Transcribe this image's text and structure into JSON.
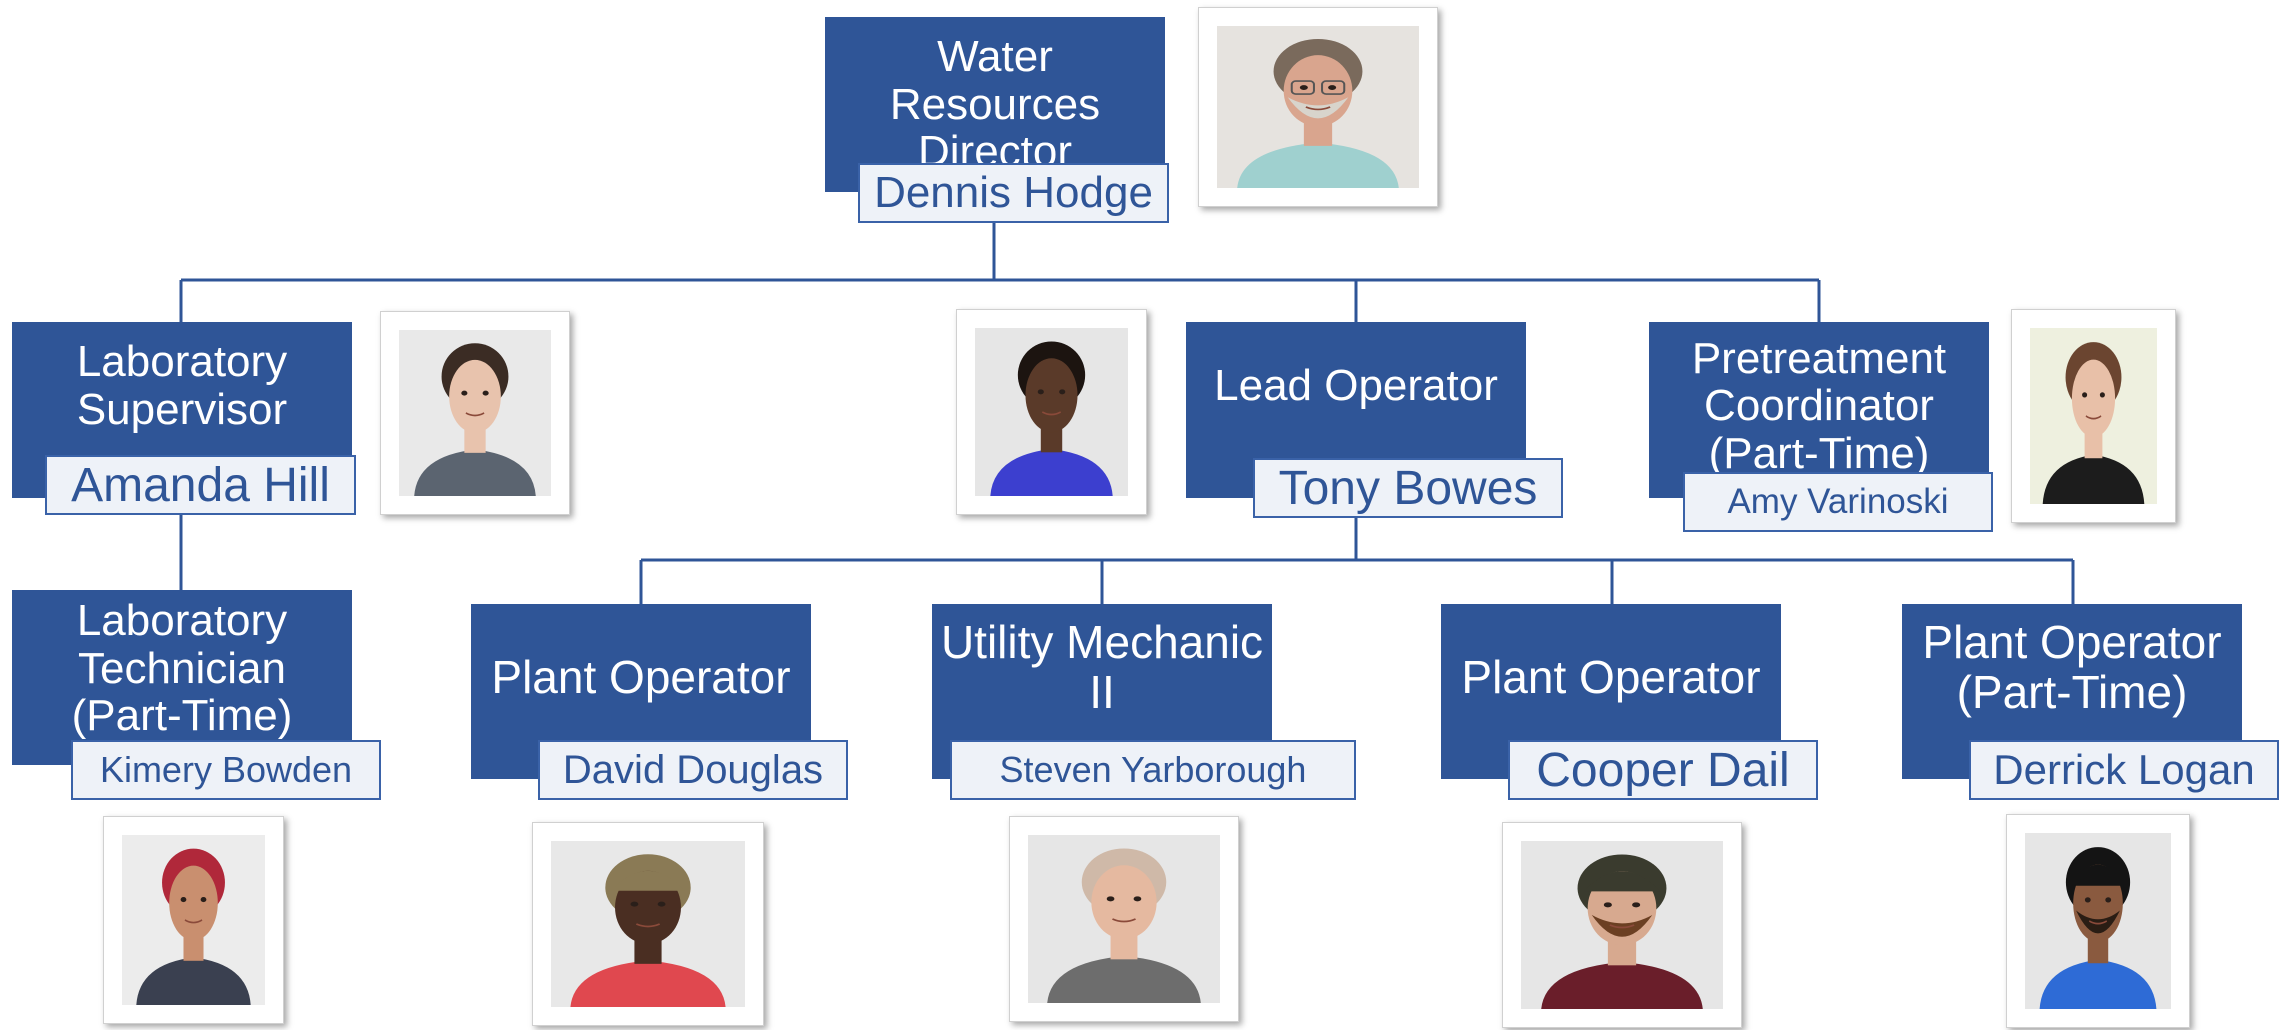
{
  "positions": [
    {
      "title": "Water\nResources\nDirector",
      "name": "Dennis Hodge"
    },
    {
      "title": "Laboratory\nSupervisor",
      "name": "Amanda Hill"
    },
    {
      "title": "Lead Operator",
      "name": "Tony Bowes"
    },
    {
      "title": "Pretreatment\nCoordinator\n(Part-Time)",
      "name": "Amy Varinoski"
    },
    {
      "title": "Laboratory\nTechnician\n(Part-Time)",
      "name": "Kimery Bowden"
    },
    {
      "title": "Plant Operator",
      "name": "David Douglas"
    },
    {
      "title": "Utility Mechanic\nII",
      "name": "Steven Yarborough"
    },
    {
      "title": "Plant Operator",
      "name": "Cooper Dail"
    },
    {
      "title": "Plant Operator\n(Part-Time)",
      "name": "Derrick Logan"
    }
  ],
  "photos": [
    {
      "label": "dennis-hodge-photo",
      "background": "#e6e3df",
      "skin": "#d9a58e",
      "hair": "#7a6a5c",
      "shirt": "#9fd0cf",
      "beard": "#d8d4cc",
      "glasses": true
    },
    {
      "label": "amanda-hill-photo",
      "background": "#e9e9e9",
      "skin": "#e8c3ad",
      "hair": "#3b2c24",
      "shirt": "#5b6470"
    },
    {
      "label": "tony-bowes-photo",
      "background": "#e6e6e6",
      "skin": "#5a3a29",
      "hair": "#1c1410",
      "shirt": "#3c3fcf"
    },
    {
      "label": "amy-varinoski-photo",
      "background": "#eef0df",
      "skin": "#e8c0a8",
      "hair": "#6b4530",
      "shirt": "#1c1c1c"
    },
    {
      "label": "kimery-bowden-photo",
      "background": "#ececec",
      "skin": "#c98f6f",
      "hair": "#b0283a",
      "shirt": "#3a4050"
    },
    {
      "label": "david-douglas-photo",
      "background": "#e8e8e8",
      "skin": "#4a2e22",
      "hair": "#8a7a55",
      "shirt": "#e0484f",
      "cap": "#8a7a55"
    },
    {
      "label": "steven-yarborough-photo",
      "background": "#e6e6e6",
      "skin": "#e5b9a0",
      "hair": "#cfb9a8",
      "shirt": "#6d6d6d"
    },
    {
      "label": "cooper-dail-photo",
      "background": "#e6e6e6",
      "skin": "#d7a98f",
      "hair": "#3a3b2e",
      "shirt": "#6a1e2a",
      "cap": "#3a3b2e",
      "beard": "#6b3f22"
    },
    {
      "label": "derrick-logan-photo",
      "background": "#e6e6e6",
      "skin": "#8a5a3f",
      "hair": "#141414",
      "shirt": "#2e6bd6",
      "cap": "#141414",
      "beard": "#2a1d14"
    }
  ],
  "colors": {
    "title_fill": "#2f5597",
    "title_text": "#ffffff",
    "name_fill": "#eef2f8",
    "name_text": "#2f5597",
    "connector": "#2f5597"
  }
}
